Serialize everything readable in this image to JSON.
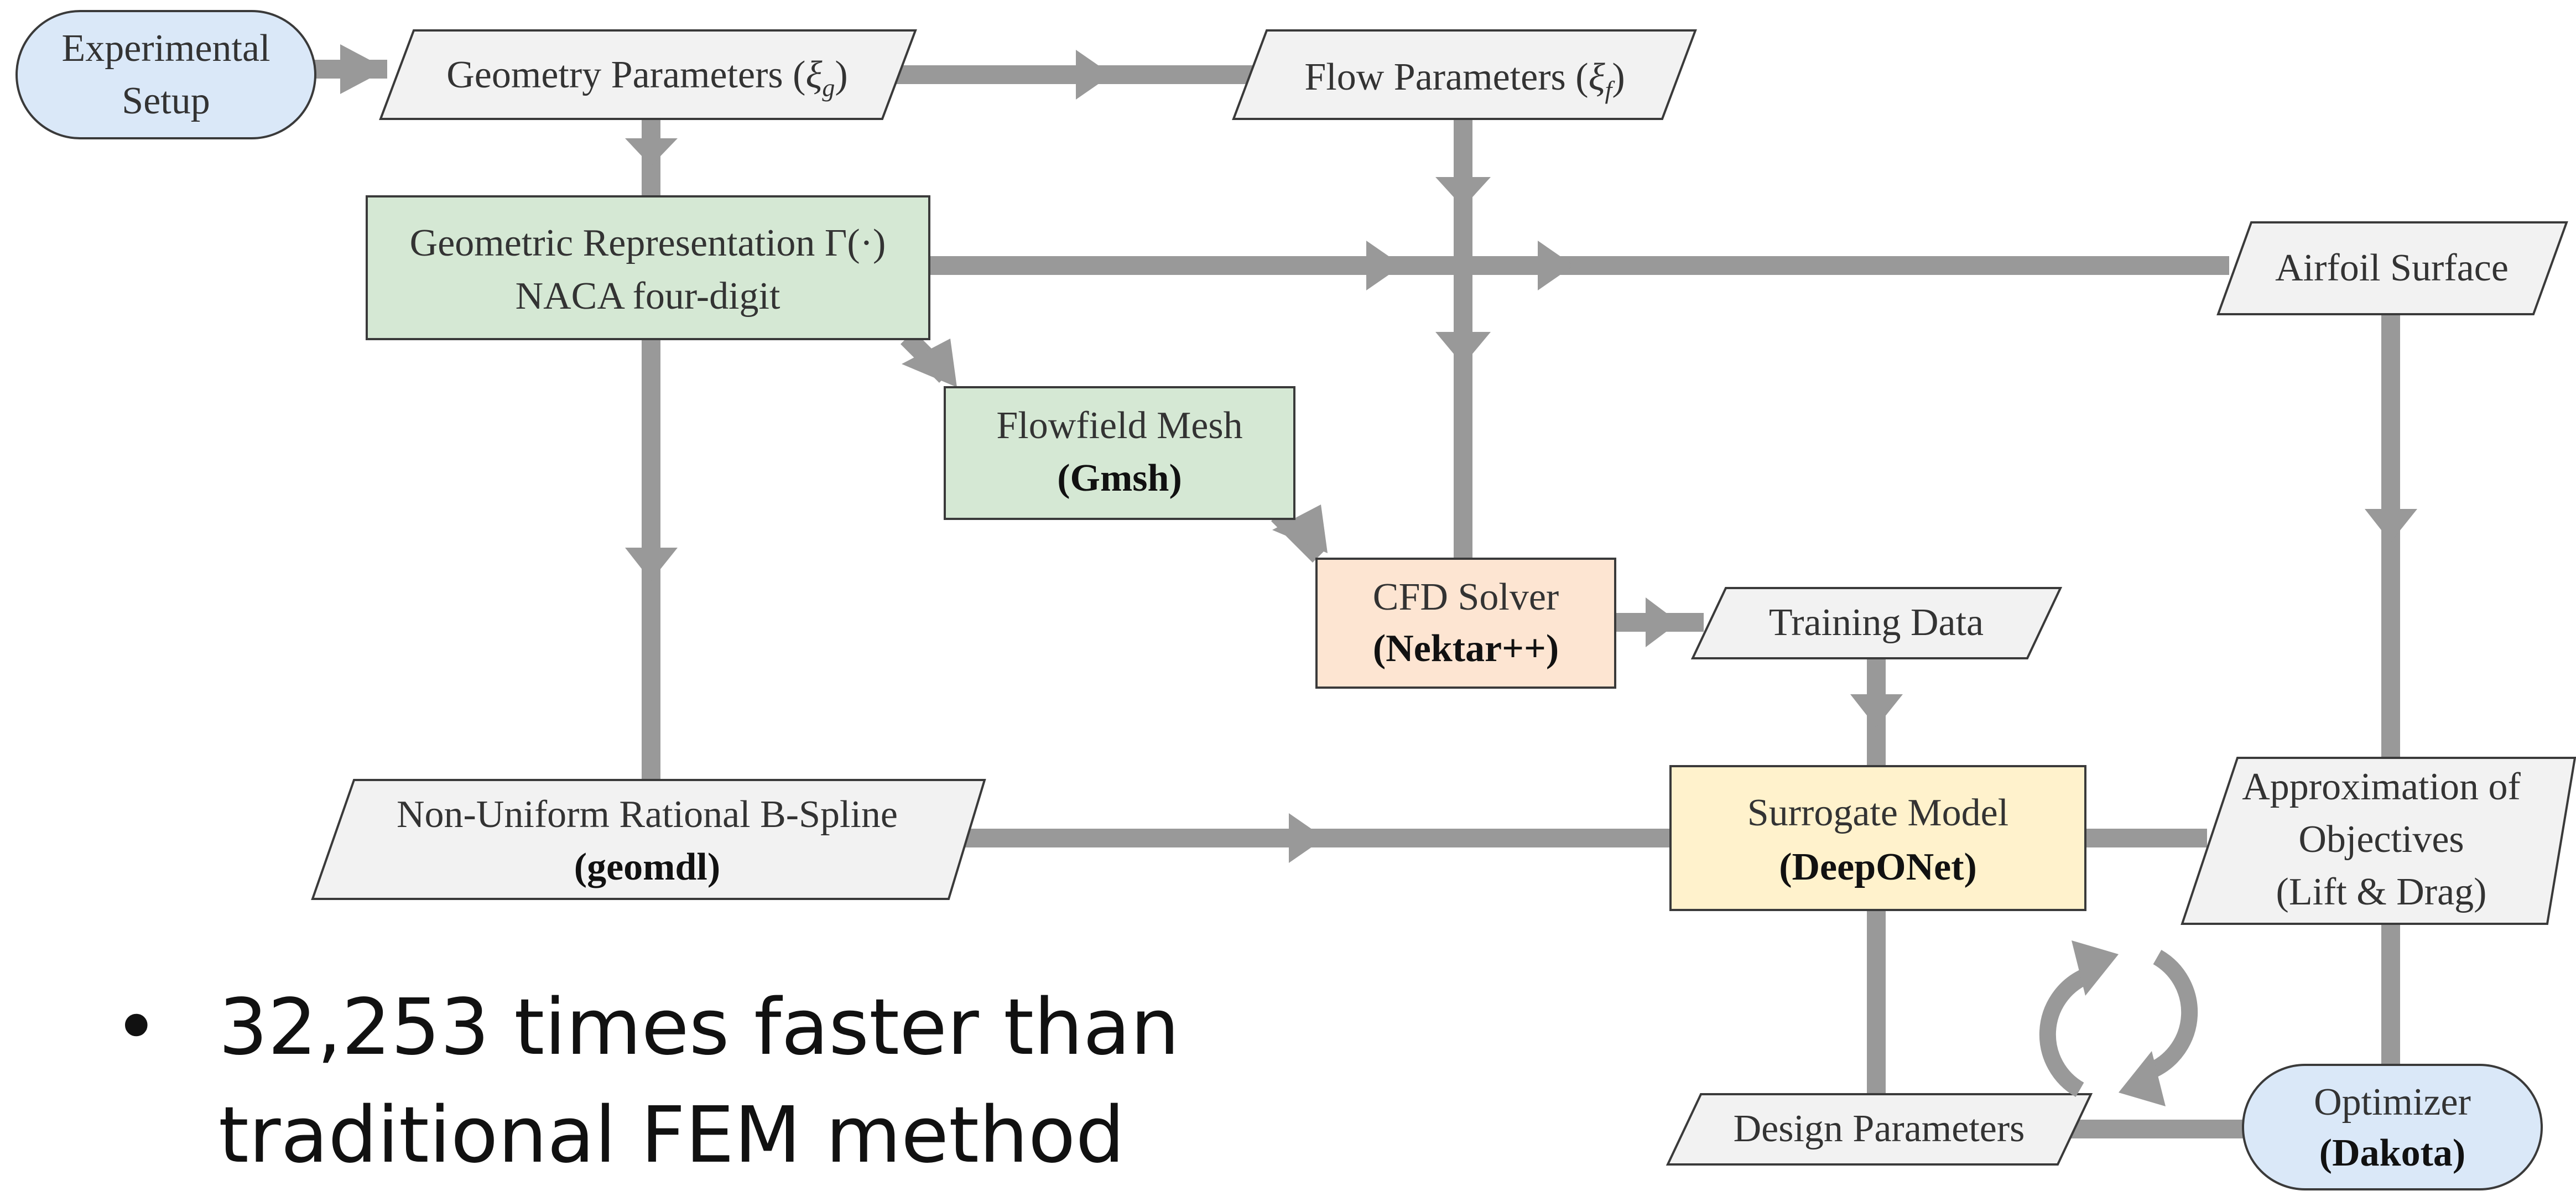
{
  "nodes": {
    "experimental_setup": {
      "line1": "Experimental",
      "line2": "Setup"
    },
    "geometry_parameters": {
      "text": "Geometry Parameters (",
      "sym": "ξ",
      "sub": "g",
      "close": ")"
    },
    "flow_parameters": {
      "text": "Flow Parameters (",
      "sym": "ξ",
      "sub": "f",
      "close": ")"
    },
    "geometric_representation": {
      "line1": "Geometric Representation Γ(·)",
      "line2": "NACA four-digit"
    },
    "airfoil_surface": {
      "text": "Airfoil Surface"
    },
    "flowfield_mesh": {
      "line1": "Flowfield Mesh",
      "line2": "(Gmsh)"
    },
    "cfd_solver": {
      "line1": "CFD Solver",
      "line2": "(Nektar++)"
    },
    "training_data": {
      "text": "Training Data"
    },
    "nurbs": {
      "line1": "Non-Uniform Rational B-Spline",
      "line2": "(geomdl)"
    },
    "surrogate_model": {
      "line1": "Surrogate Model",
      "line2": "(DeepONet)"
    },
    "approximation": {
      "line1": "Approximation of",
      "line2": "Objectives",
      "line3": "(Lift & Drag)"
    },
    "design_parameters": {
      "text": "Design Parameters"
    },
    "optimizer": {
      "line1": "Optimizer",
      "line2": "(Dakota)"
    }
  },
  "bullet": {
    "symbol": "•",
    "line1": "32,253 times faster than",
    "line2": "traditional FEM method"
  },
  "colors": {
    "connector": "#999999",
    "blue_fill": "#dae8f8",
    "green_fill": "#d5e8d4",
    "orange_fill": "#fde5d2",
    "yellow_fill": "#fff2cc",
    "gray_fill": "#f2f2f2",
    "stroke": "#3a3a3a"
  },
  "icons": {
    "cycle": "refresh-cycle-icon"
  }
}
